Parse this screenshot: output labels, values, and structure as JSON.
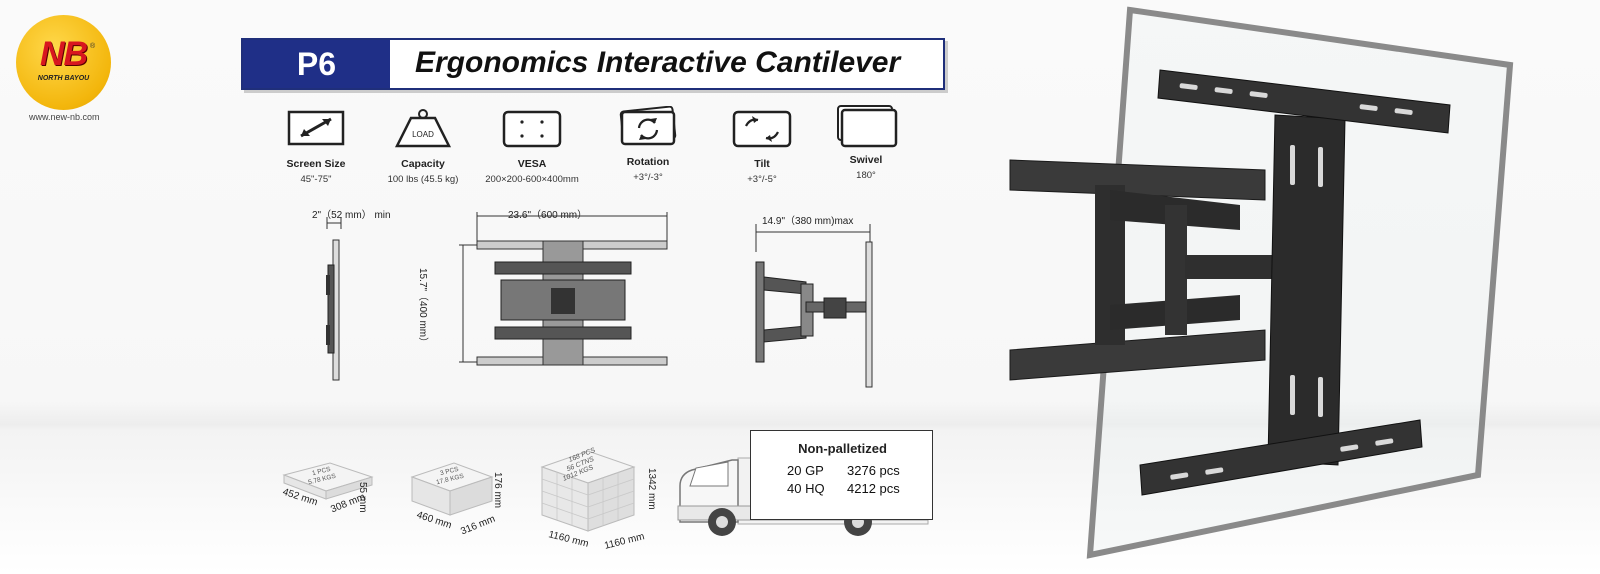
{
  "brand": {
    "logo_text": "NB",
    "registered": "®",
    "name": "NORTH BAYOU",
    "url": "www.new-nb.com"
  },
  "title": {
    "model": "P6",
    "name": "Ergonomics Interactive Cantilever"
  },
  "features": [
    {
      "label": "Screen Size",
      "value": "45\"-75\"",
      "icon": "screen-size-icon"
    },
    {
      "label": "Capacity",
      "value": "100 lbs (45.5 kg)",
      "icon": "load-weight-icon",
      "icon_text": "LOAD"
    },
    {
      "label": "VESA",
      "value": "200×200-600×400mm",
      "icon": "vesa-icon"
    },
    {
      "label": "Rotation",
      "value": "+3°/-3°",
      "icon": "rotation-icon"
    },
    {
      "label": "Tilt",
      "value": "+3°/-5°",
      "icon": "tilt-icon"
    },
    {
      "label": "Swivel",
      "value": "180°",
      "icon": "swivel-icon"
    }
  ],
  "dimensions": {
    "min_depth": "2\"（52 mm） min",
    "width": "23.6\"（600 mm）",
    "height": "15.7\"（400 mm）",
    "max_extension": "14.9\"（380 mm)max"
  },
  "packaging": {
    "single": {
      "label_line1": "1 PCS",
      "label_line2": "5.78 KGS",
      "length": "452 mm",
      "width": "308 mm",
      "height": "55 mm"
    },
    "carton": {
      "label_line1": "3 PCS",
      "label_line2": "17.8 KGS",
      "length": "460 mm",
      "width": "316 mm",
      "height": "176 mm"
    },
    "pallet": {
      "label_line1": "168 PCS",
      "label_line2": "56 CTNS",
      "label_line3": "1012 KGS",
      "length": "1160 mm",
      "width": "1160 mm",
      "height": "1342 mm"
    }
  },
  "shipping": {
    "title": "Non-palletized",
    "rows": [
      {
        "container": "20 GP",
        "qty": "3276 pcs"
      },
      {
        "container": "40 HQ",
        "qty": "4212 pcs"
      }
    ]
  },
  "colors": {
    "brand_blue": "#1f2f87",
    "logo_yellow": "#f3b60c",
    "logo_red": "#d8161f",
    "mount_dark": "#2b2b2b"
  }
}
